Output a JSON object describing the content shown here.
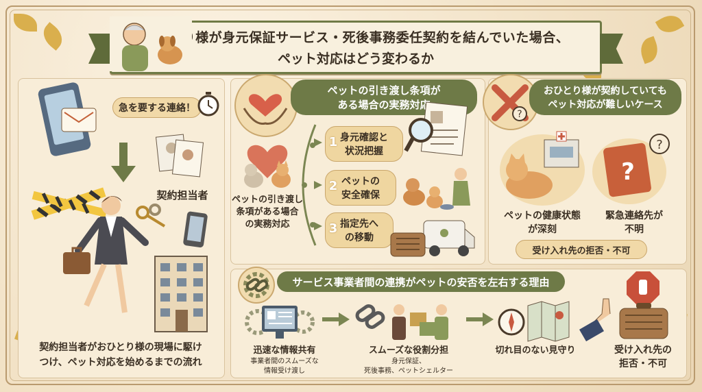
{
  "title": {
    "line1": "おひとり様が身元保証サービス・死後事務委任契約を結んでいた場合、",
    "line2": "ペット対応はどう変わるか"
  },
  "left_panel": {
    "urgent_label": "急を要する連絡！",
    "contract_person_label": "契約担当者",
    "caption_line1": "契約担当者がおひとり様の現場に駆け",
    "caption_line2": "つけ、ペット対応を始めるまでの流れ"
  },
  "center_panel": {
    "header_line1": "ペットの引き渡し条項が",
    "header_line2": "ある場合の実務対応",
    "side_caption_line1": "ペットの引き渡し",
    "side_caption_line2": "条項がある場合",
    "side_caption_line3": "の実務対応",
    "steps": [
      {
        "num": "1",
        "line1": "身元確認と",
        "line2": "状況把握"
      },
      {
        "num": "2",
        "line1": "ペットの",
        "line2": "安全確保"
      },
      {
        "num": "3",
        "line1": "指定先へ",
        "line2": "の移動"
      }
    ]
  },
  "right_panel": {
    "header_line1": "おひとり様が契約していても",
    "header_line2": "ペット対応が難しいケース",
    "case1_line1": "ペットの健康状態",
    "case1_line2": "が深刻",
    "case2_line1": "緊急連絡先が",
    "case2_line2": "不明",
    "refusal_tag": "受け入れ先の拒否・不可"
  },
  "bottom_panel": {
    "header": "サービス事業者間の連携がペットの安否を左右する理由",
    "item1_title": "迅速な情報共有",
    "item1_sub1": "事業者間のスムーズな",
    "item1_sub2": "情報受け渡し",
    "item2_title": "スムーズな役割分担",
    "item2_sub1": "身元保証、",
    "item2_sub2": "死後事務、ペットシェルター",
    "item3_title": "切れ目のない見守り",
    "item4_line1": "受け入れ先の",
    "item4_line2": "拒否・不可"
  },
  "colors": {
    "accent": "#6e7a47",
    "background": "#f3e6cf",
    "tag": "#f1d9a8"
  }
}
